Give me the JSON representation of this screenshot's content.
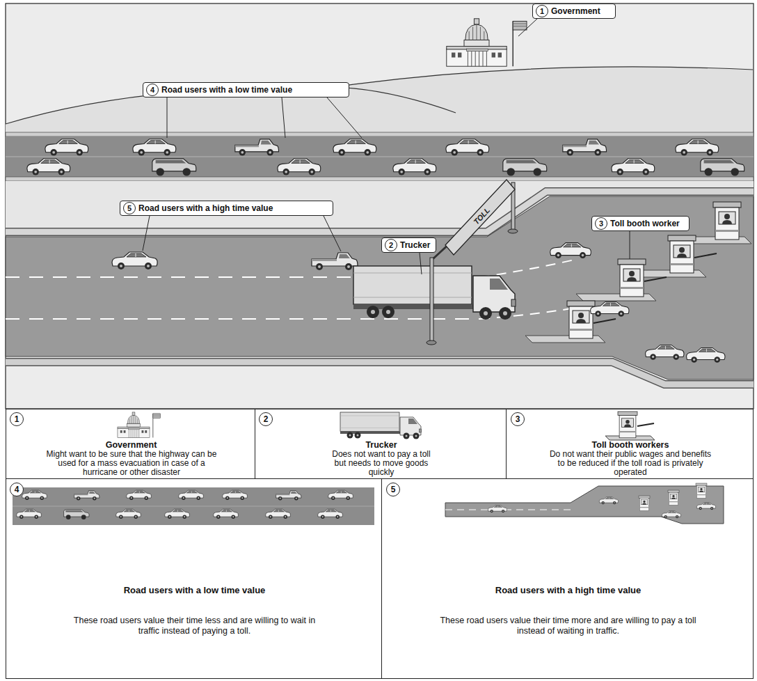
{
  "diagram": {
    "nodes": [
      {
        "text": [
          "Government"
        ]
      },
      {
        "text": [
          "Road users with a low time value"
        ]
      },
      {
        "text": [
          "Road users with a high time value"
        ]
      },
      {
        "text": [
          "Trucker"
        ]
      },
      {
        "text": [
          "Toll booth worker"
        ]
      },
      {
        "text": [
          "Government",
          "Might want to be sure that the highway can be used for a mass evacuation in case of a hurricane or other disaster"
        ]
      },
      {
        "text": [
          "Trucker",
          "Does not want to pay a toll but needs to move goods quickly"
        ]
      },
      {
        "text": [
          "Toll booth workers",
          "Do not want their public wages and benefits to be reduced if the toll road is privately operated"
        ]
      },
      {
        "text": [
          "Road users with a low time value",
          "These road users value their time less and are willing to wait in traffic instead of paying a toll."
        ]
      },
      {
        "text": [
          "Road users with a high time value",
          "These road users value their time more and are willing to pay a toll instead of waiting in traffic."
        ]
      }
    ],
    "labels": [
      "1",
      "4",
      "5",
      "2",
      "3",
      "TOLL",
      "1",
      "2",
      "3",
      "4",
      "5"
    ]
  }
}
